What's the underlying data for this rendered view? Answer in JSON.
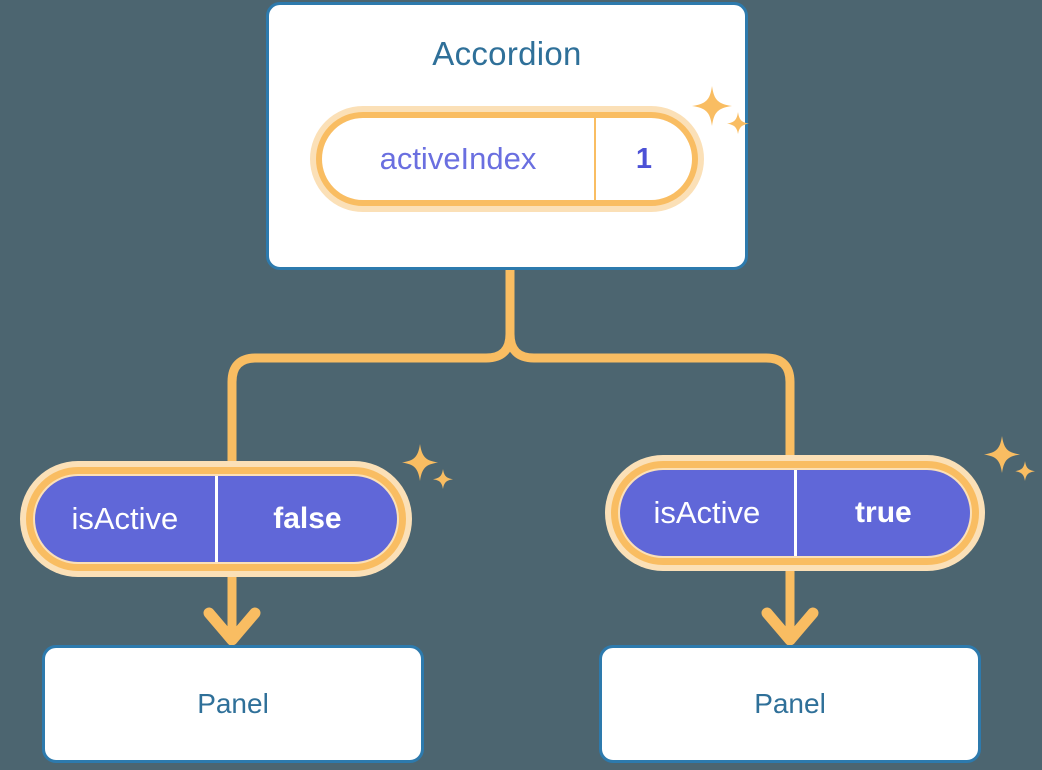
{
  "diagram": {
    "title_node": "Accordion",
    "background_color": "#4c6570",
    "accent_color": "#f9bd62",
    "card_border_color": "#2d7aad",
    "pill_fill_color": "#6067d8",
    "heading_text_color": "#2f7099"
  },
  "accordion": {
    "label": "Accordion",
    "state": {
      "key": "activeIndex",
      "value": "1"
    }
  },
  "panels": [
    {
      "state": {
        "key": "isActive",
        "value": "false"
      },
      "label": "Panel"
    },
    {
      "state": {
        "key": "isActive",
        "value": "true"
      },
      "label": "Panel"
    }
  ],
  "icons": {
    "sparkle_large": "sparkle-icon",
    "sparkle_small": "sparkle-icon",
    "arrow_down": "arrow-down-icon"
  }
}
